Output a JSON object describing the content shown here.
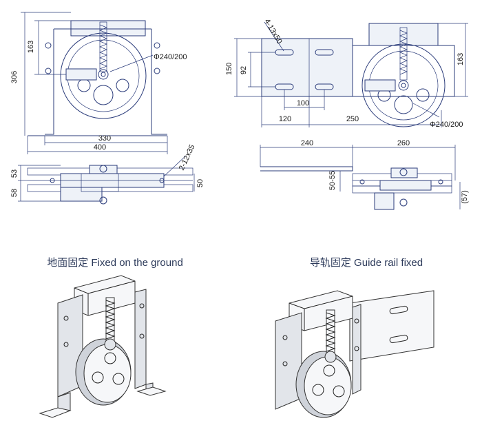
{
  "dims": {
    "d306": "306",
    "d163_left": "163",
    "dia_left": "Φ240/200",
    "d330": "330",
    "d400": "400",
    "d53": "53",
    "d58": "58",
    "d50": "50",
    "slot_left": "2-12x35",
    "slot_right": "4-13x50",
    "d150": "150",
    "d92": "92",
    "d100": "100",
    "d120": "120",
    "d250": "250",
    "dia_right": "Φ240/200",
    "d163_right": "163",
    "d240": "240",
    "d260": "260",
    "d50_55": "50-55",
    "d57": "(57)"
  },
  "captions": {
    "left": "地面固定 Fixed on the ground",
    "right": "导轨固定 Guide rail fixed"
  }
}
